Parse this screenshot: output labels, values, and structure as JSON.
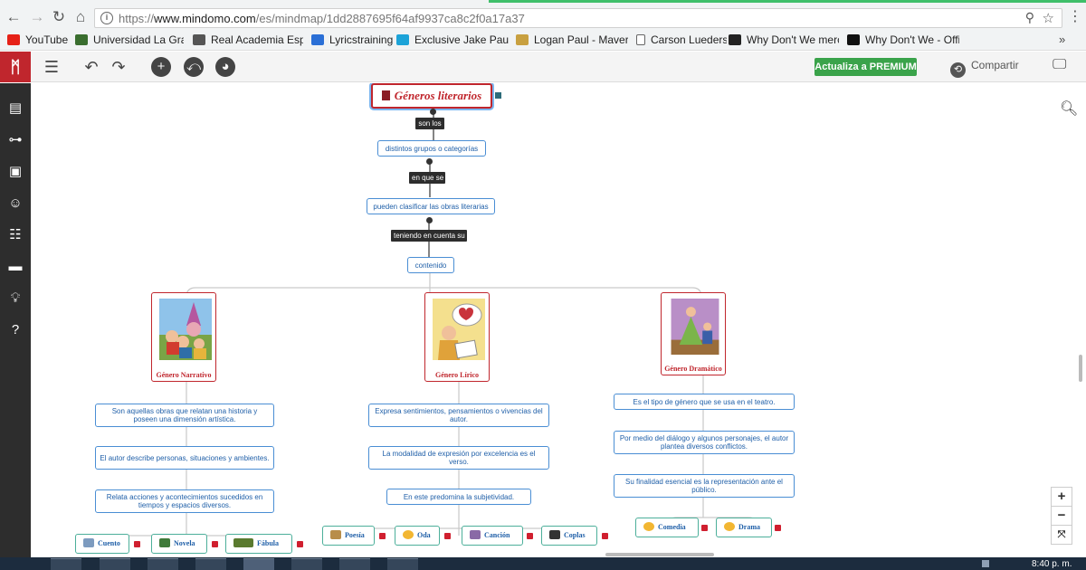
{
  "browser": {
    "url_prefix": "https://",
    "url_host": "www.mindomo.com",
    "url_path": "/es/mindmap/1dd2887695f64af9937ca8c2f0a17a37",
    "bookmarks": [
      {
        "label": "YouTube",
        "color": "#e62117"
      },
      {
        "label": "Universidad La Gran C",
        "color": "#3a6e2f"
      },
      {
        "label": "Real Academia Españ",
        "color": "#555555"
      },
      {
        "label": "Lyricstraining",
        "color": "#2a6fd6"
      },
      {
        "label": "Exclusive Jake Paul M",
        "color": "#1ca3d8"
      },
      {
        "label": "Logan Paul - Maveric",
        "color": "#c8a040"
      },
      {
        "label": "Carson Lueders",
        "color": "#888888"
      },
      {
        "label": "Why Don't We merch",
        "color": "#222222"
      },
      {
        "label": "Why Don't We - Offic",
        "color": "#111111"
      }
    ]
  },
  "toolbar": {
    "premium_label": "Actualiza a PREMIUM",
    "share_label": "Compartir"
  },
  "mindmap": {
    "root": "Géneros literarios",
    "link1": "son los",
    "node1": "distintos grupos o categorías",
    "link2": "en que se",
    "node2": "pueden clasificar las obras literarias",
    "link3": "teniendo en cuenta su",
    "node3": "contenido",
    "branches": {
      "narrativo": {
        "title": "Género Narrativo",
        "descriptions": [
          "Son aquellas obras que relatan una historia y poseen una dimensión artística.",
          "El autor describe personas, situaciones y ambientes.",
          "Relata acciones y acontecimientos sucedidos en tiempos y espacios diversos."
        ],
        "leaves": [
          "Cuento",
          "Novela",
          "Fábula"
        ]
      },
      "lirico": {
        "title": "Género Lírico",
        "descriptions": [
          "Expresa sentimientos, pensamientos o vivencias del autor.",
          "La modalidad de expresión por excelencia es el verso.",
          "En este predomina la subjetividad."
        ],
        "leaves": [
          "Poesía",
          "Oda",
          "Canción",
          "Coplas"
        ]
      },
      "dramatico": {
        "title": "Género Dramático",
        "descriptions": [
          "Es el tipo de género que se usa en el teatro.",
          "Por medio del diálogo y algunos personajes, el autor plantea diversos conflictos.",
          "Su finalidad esencial es la representación ante el público."
        ],
        "leaves": [
          "Comedia",
          "Drama"
        ]
      }
    }
  },
  "zoom": {
    "plus": "+",
    "minus": "−"
  },
  "taskbar": {
    "clock": "8:40 p. m."
  }
}
